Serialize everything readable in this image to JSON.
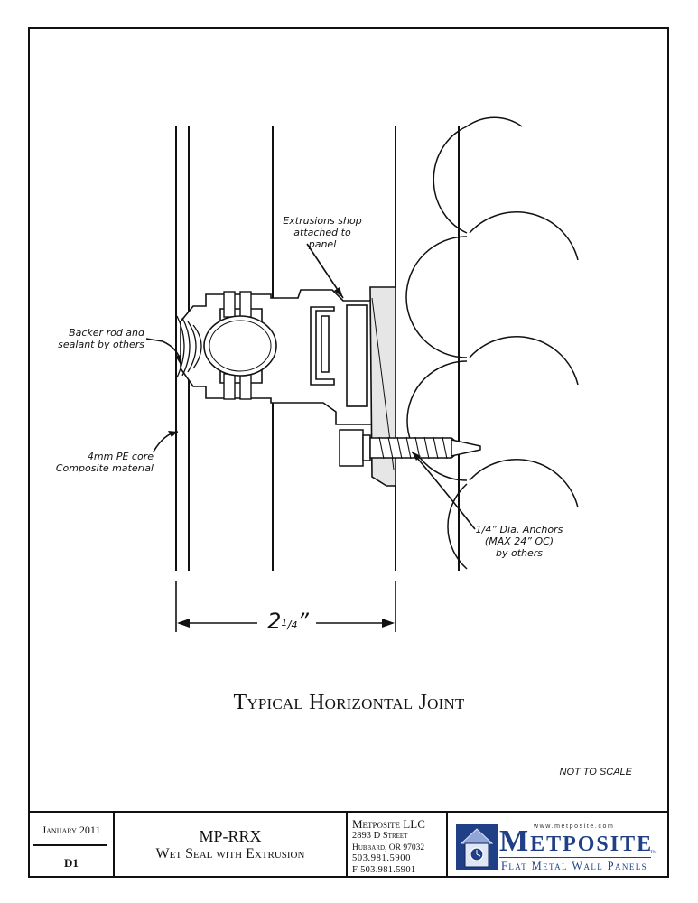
{
  "drawing": {
    "title": "Typical Horizontal Joint",
    "scale_note": "NOT TO SCALE",
    "dimension": {
      "whole": "2",
      "numerator": "1",
      "denominator": "4",
      "unit_mark": "”"
    },
    "callouts": {
      "extrusions": [
        "Extrusions shop",
        "attached to panel"
      ],
      "backer_rod": [
        "Backer rod and",
        "sealant by others"
      ],
      "pe_core": [
        "4mm PE core",
        "Composite material"
      ],
      "anchors": [
        "1/4” Dia. Anchors",
        "(MAX 24” OC)",
        "by others"
      ]
    }
  },
  "title_block": {
    "date": "January 2011",
    "sheet": "D1",
    "product": "MP-RRX",
    "description": "Wet Seal with Extrusion",
    "company": {
      "name": "Metposite LLC",
      "street": "2893 D Street",
      "city": "Hubbard, OR 97032",
      "phone": "503.981.5900",
      "fax": "F 503.981.5901"
    },
    "logo": {
      "url": "www.metposite.com",
      "wordmark": "Metposite",
      "trademark": "TM",
      "tagline": "Flat Metal Wall Panels",
      "accent_color": "#1f3f86"
    }
  }
}
